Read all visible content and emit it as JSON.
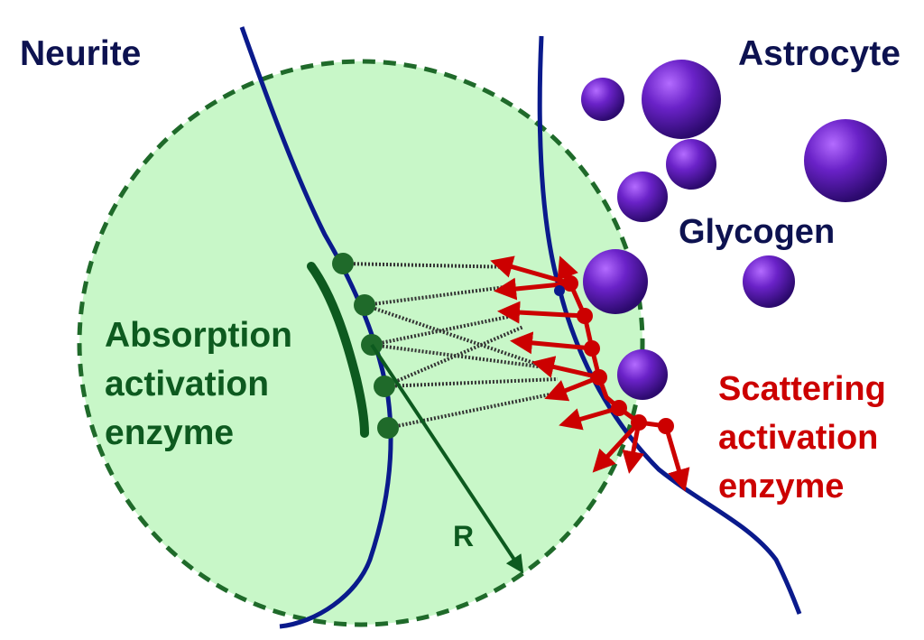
{
  "labels": {
    "neurite": "Neurite",
    "astrocyte": "Astrocyte",
    "glycogen": "Glycogen",
    "radius": "R",
    "absorption": [
      "Absorption",
      "activation",
      "enzyme"
    ],
    "scattering": [
      "Scattering",
      "activation",
      "enzyme"
    ]
  },
  "colors": {
    "membrane": "#0a1a8c",
    "absorption_enzyme": "#0d5a1f",
    "scattering_enzyme": "#cc0000",
    "glycogen": "#5a1aa8",
    "zone_fill": "#c8f7c8",
    "zone_border": "#1f6a2a",
    "connector": "#333333",
    "label_dark": "#0d1250"
  }
}
